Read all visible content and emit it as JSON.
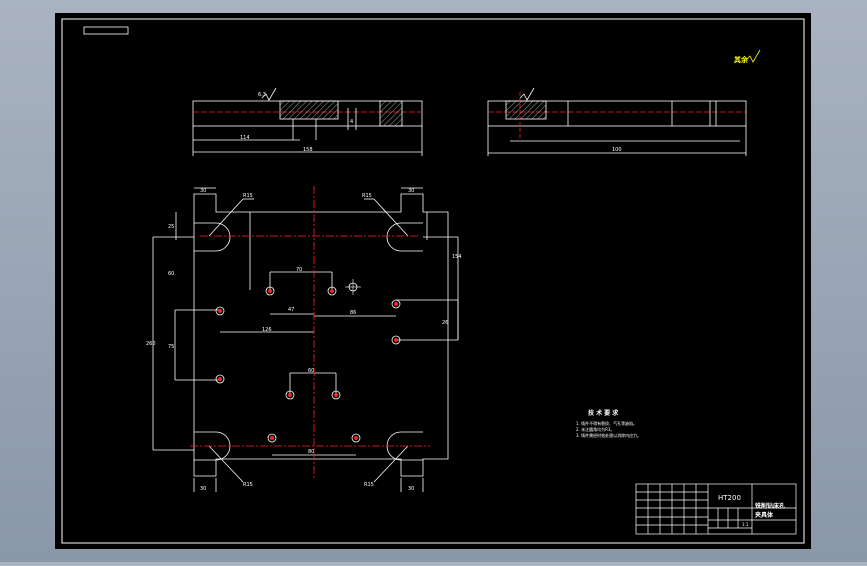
{
  "app": {
    "background_color": "#a9b3c1",
    "canvas_color": "#000000",
    "line_color": "#ffffff",
    "center_line_color": "#ff2020",
    "accent_text_color": "#ffff00"
  },
  "drawing": {
    "roughness_note": "其余",
    "surface_finish_mark": "6.3",
    "section_view": {
      "dim_length": "114",
      "dim_total": "158",
      "marks": [
        "6.3",
        "4"
      ]
    },
    "side_view": {
      "dim_total": "100"
    },
    "plan_view": {
      "corner_hole_label": "R15",
      "dims": {
        "ear_width": "30",
        "left_height": "260",
        "right_height": "154",
        "upper_span": "70",
        "offset_1": "47",
        "offset_2": "86",
        "offset_3": "126",
        "inner_span": "60",
        "bottom_span": "80",
        "left_mid": "75",
        "top_left": "25",
        "right_gap": "26",
        "left_gap": "60"
      }
    },
    "tech_requirements": {
      "title": "技 术 要 求",
      "items": [
        "1. 铸件不得有裂纹、气孔等缺陷。",
        "2. 未注圆角均为R3。",
        "3. 铸件需经时效处理以消除内应力。"
      ]
    },
    "title_block": {
      "material": "HT200",
      "drawing_name_line1": "铣削钻床孔",
      "drawing_name_line2": "夹具体",
      "scale": "1:1"
    }
  }
}
